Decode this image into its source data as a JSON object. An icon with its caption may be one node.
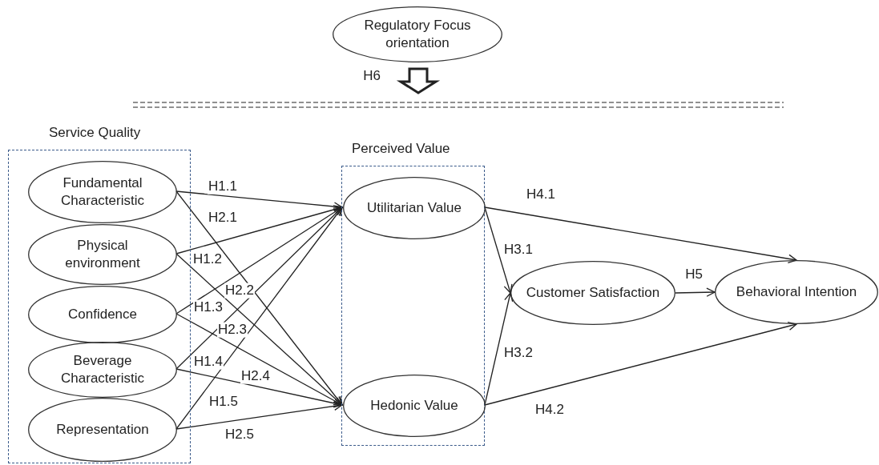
{
  "diagram": {
    "nodes": [
      {
        "text": [
          "Service Quality"
        ]
      },
      {
        "text": [
          "Fundamental Characteristic"
        ],
        "in": 0
      },
      {
        "text": [
          "Physical environment"
        ],
        "in": 0
      },
      {
        "text": [
          "Confidence"
        ],
        "in": 0
      },
      {
        "text": [
          "Beverage Characteristic"
        ],
        "in": 0
      },
      {
        "text": [
          "Representation"
        ],
        "in": 0
      },
      {
        "text": [
          "Perceived Value"
        ]
      },
      {
        "text": [
          "Utilitarian Value"
        ],
        "in": 6
      },
      {
        "text": [
          "Hedonic Value"
        ],
        "in": 6
      },
      {
        "text": [
          "Customer Satisfaction"
        ]
      },
      {
        "text": [
          "Behavioral Intention"
        ]
      },
      {
        "text": [
          "Regulatory Focus orientation"
        ]
      }
    ],
    "edges": [
      {
        "from": 1,
        "to": 7,
        "arrow": "to",
        "label": "H1.1"
      },
      {
        "from": 1,
        "to": 8,
        "arrow": "to",
        "label": "H2.1"
      },
      {
        "from": 2,
        "to": 7,
        "arrow": "to",
        "label": "H1.2"
      },
      {
        "from": 2,
        "to": 8,
        "arrow": "to",
        "label": "H2.2"
      },
      {
        "from": 3,
        "to": 7,
        "arrow": "to",
        "label": "H1.3"
      },
      {
        "from": 3,
        "to": 8,
        "arrow": "to",
        "label": "H2.3"
      },
      {
        "from": 4,
        "to": 7,
        "arrow": "to",
        "label": "H1.4"
      },
      {
        "from": 4,
        "to": 8,
        "arrow": "to",
        "label": "H2.4"
      },
      {
        "from": 5,
        "to": 7,
        "arrow": "to",
        "label": "H1.5"
      },
      {
        "from": 5,
        "to": 8,
        "arrow": "to",
        "label": "H2.5"
      },
      {
        "from": 7,
        "to": 9,
        "arrow": "to",
        "label": "H3.1"
      },
      {
        "from": 8,
        "to": 9,
        "arrow": "to",
        "label": "H3.2"
      },
      {
        "from": 7,
        "to": 10,
        "arrow": "to",
        "label": "H4.1"
      },
      {
        "from": 8,
        "to": 10,
        "arrow": "to",
        "label": "H4.2"
      },
      {
        "from": 9,
        "to": 10,
        "arrow": "to",
        "label": "H5"
      },
      {
        "from": 11,
        "to": null,
        "arrow": "to",
        "label": "H6",
        "style": "thick"
      }
    ]
  }
}
